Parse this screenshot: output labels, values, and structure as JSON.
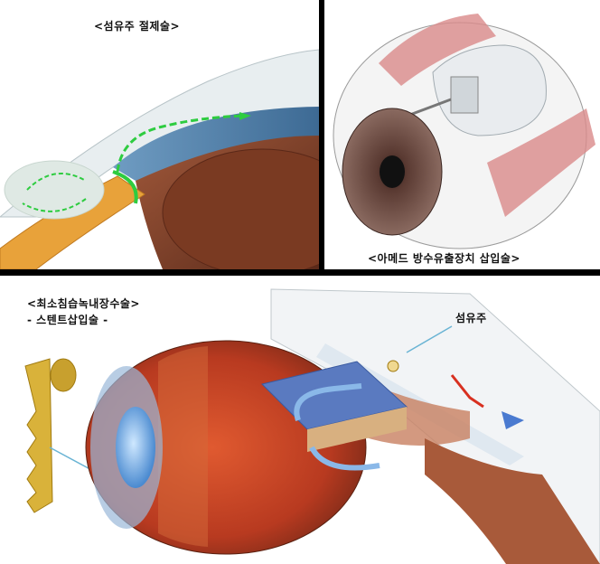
{
  "panels": {
    "trabeculectomy": {
      "caption": "<섬유주 절제술>"
    },
    "ahmed_valve": {
      "caption": "<아메드 방수유출장치 삽입술>"
    },
    "migs": {
      "caption_line1": "<최소침습녹내장수술>",
      "caption_line2": "- 스텐트삽입술 -",
      "label_trabecular": "섬유주"
    }
  },
  "colors": {
    "divider": "#000000",
    "iris": "#4d7fa8",
    "trabecular": "#e8a23a",
    "arrow_green": "#2ecc40",
    "lens": "#8b4a2e"
  }
}
